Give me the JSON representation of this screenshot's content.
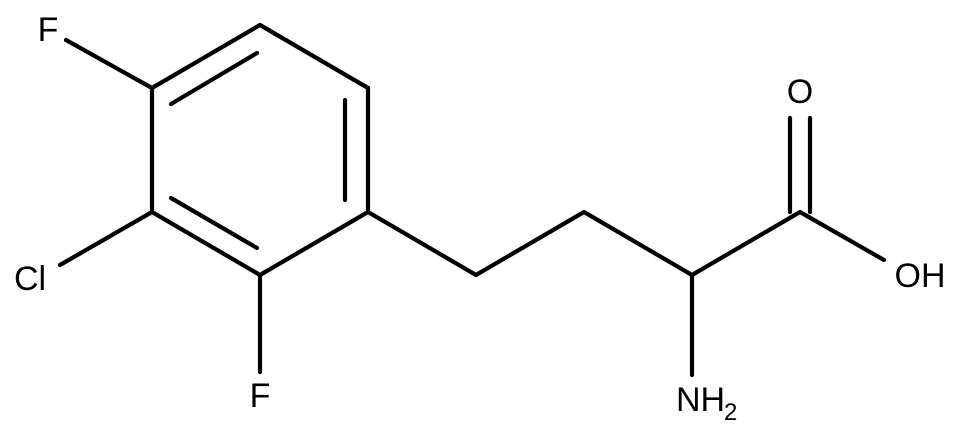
{
  "molecule": {
    "atoms": {
      "f_top": "F",
      "cl": "Cl",
      "f_bottom": "F",
      "o_carbonyl": "O",
      "oh": "OH",
      "nh2_main": "NH",
      "nh2_sub": "2"
    }
  },
  "colors": {
    "bond": "#000000",
    "background": "#ffffff"
  }
}
